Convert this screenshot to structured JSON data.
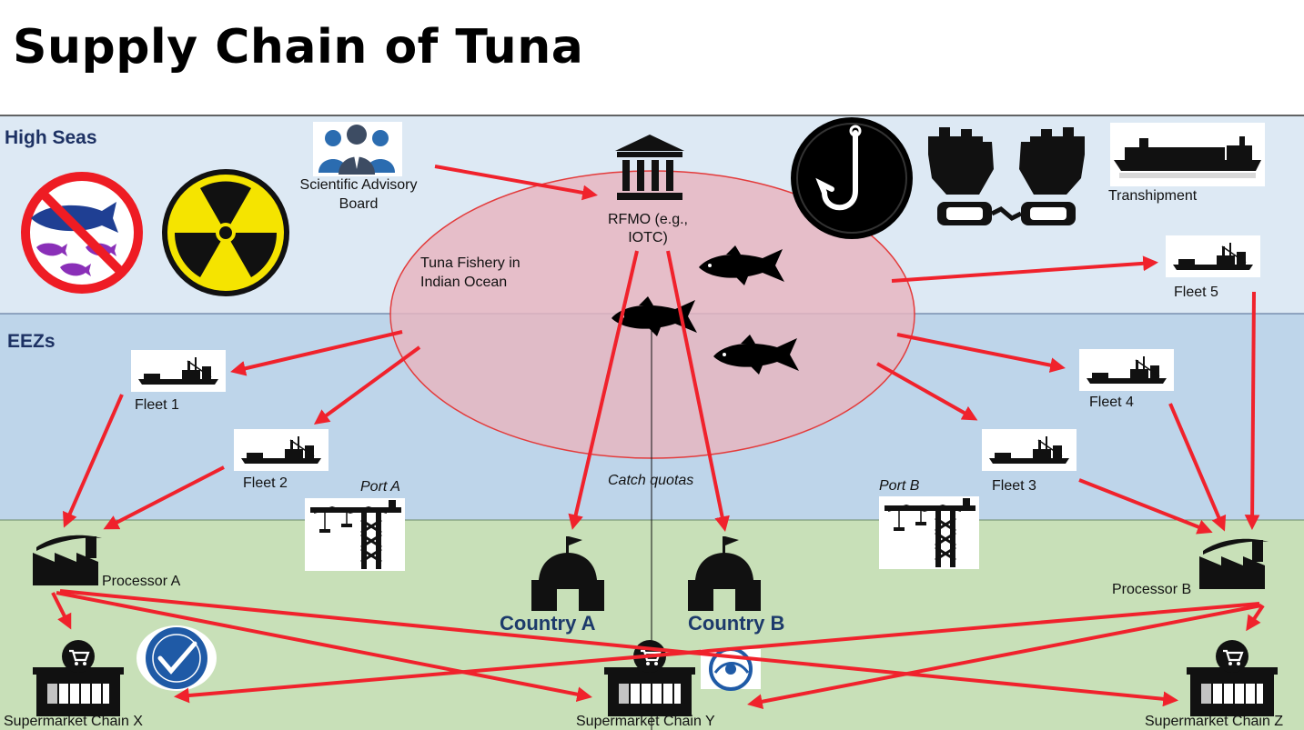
{
  "title": "Supply Chain of Tuna",
  "zones": {
    "high_seas": "High Seas",
    "eezs": "EEZs"
  },
  "labels": {
    "advisory_line1": "Scientific Advisory",
    "advisory_line2": "Board",
    "rfmo_line1": "RFMO (e.g.,",
    "rfmo_line2": "IOTC)",
    "fishery_line1": "Tuna Fishery in",
    "fishery_line2": "Indian Ocean",
    "transhipment": "Transhipment",
    "fleet1": "Fleet 1",
    "fleet2": "Fleet 2",
    "fleet3": "Fleet 3",
    "fleet4": "Fleet 4",
    "fleet5": "Fleet 5",
    "port_a": "Port A",
    "port_b": "Port B",
    "catch_quotas": "Catch quotas",
    "processor_a": "Processor A",
    "processor_b": "Processor B",
    "country_a": "Country A",
    "country_b": "Country B",
    "supermarket_x": "Supermarket Chain X",
    "supermarket_y": "Supermarket Chain Y",
    "supermarket_z": "Supermarket Chain Z"
  },
  "colors": {
    "high_seas_band": "#dde9f4",
    "eez_band": "#bed5ea",
    "land_band": "#c8e0b8",
    "fishery_fill": "#e8b4bf",
    "arrow": "#f0222c"
  },
  "icons": [
    "no-fishing-icon",
    "radiation-icon",
    "people-icon",
    "courthouse-icon",
    "hook-icon",
    "handcuffs-icon",
    "ship-icon",
    "tuna-icon",
    "crane-icon",
    "factory-icon",
    "capitol-icon",
    "supermarket-icon",
    "msc-logo-icon",
    "certification-logo-icon"
  ]
}
